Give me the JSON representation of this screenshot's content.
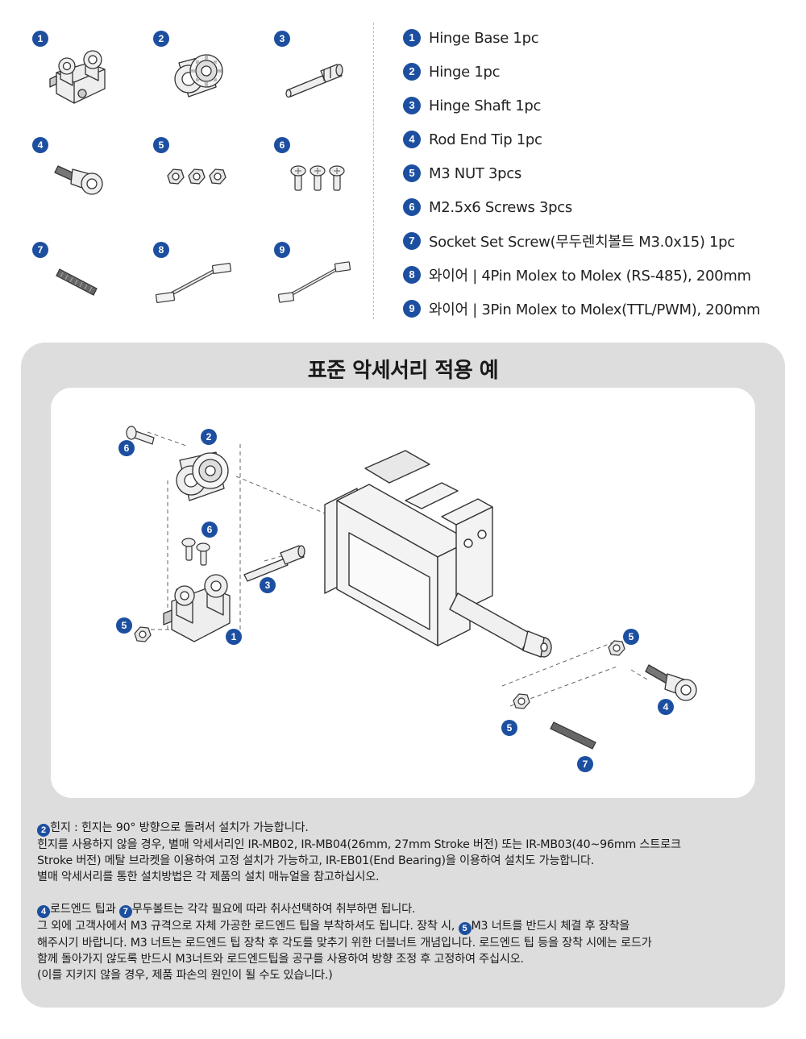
{
  "parts": [
    {
      "num": "1",
      "label": "Hinge Base 1pc",
      "icon": "hinge-base-icon"
    },
    {
      "num": "2",
      "label": "Hinge 1pc",
      "icon": "hinge-icon"
    },
    {
      "num": "3",
      "label": "Hinge Shaft 1pc",
      "icon": "hinge-shaft-icon"
    },
    {
      "num": "4",
      "label": "Rod End Tip 1pc",
      "icon": "rod-end-tip-icon"
    },
    {
      "num": "5",
      "label": "M3 NUT 3pcs",
      "icon": "nut-icon"
    },
    {
      "num": "6",
      "label": "M2.5x6 Screws 3pcs",
      "icon": "screw-icon"
    },
    {
      "num": "7",
      "label": "Socket Set Screw(무두렌치볼트 M3.0x15) 1pc",
      "icon": "set-screw-icon"
    },
    {
      "num": "8",
      "label": "와이어 | 4Pin Molex to Molex (RS-485), 200mm",
      "icon": "wire-4pin-icon"
    },
    {
      "num": "9",
      "label": "와이어 | 3Pin Molex to Molex(TTL/PWM), 200mm",
      "icon": "wire-3pin-icon"
    }
  ],
  "panel": {
    "title": "표준 악세서리 적용 예"
  },
  "diagram": {
    "callouts": [
      "6",
      "2",
      "6",
      "3",
      "5",
      "1",
      "5",
      "4",
      "5",
      "7"
    ]
  },
  "notes": {
    "hinge_badge": "2",
    "hinge_line1": "힌지 : 힌지는 90° 방향으로 돌려서 설치가 가능합니다.",
    "hinge_line2": "힌지를 사용하지 않을 경우, 별매 악세서리인 IR-MB02, IR-MB04(26mm, 27mm Stroke 버전) 또는 IR-MB03(40~96mm 스트로크",
    "hinge_line3": "Stroke 버전)  메탈 브라켓을 이용하여 고정 설치가 가능하고, IR-EB01(End Bearing)을 이용하여 설치도 가능합니다.",
    "hinge_line4": "별매 악세서리를 통한 설치방법은 각 제품의 설치 매뉴얼을 참고하십시오.",
    "rod_badge_a": "4",
    "rod_text_a": "로드엔드 팁과 ",
    "rod_badge_b": "7",
    "rod_text_b": "무두볼트는 각각 필요에 따라 취사선택하여 취부하면 됩니다.",
    "rod_line2a": "그 외에 고객사에서 M3 규격으로 자체 가공한 로드엔드 팁을 부착하셔도 됩니다. 장착 시, ",
    "rod_badge_c": "5",
    "rod_line2b": "M3 너트를 반드시 체결 후 장착을",
    "rod_line3": "해주시기 바랍니다. M3 너트는 로드엔드 팁 장착 후 각도를 맞추기 위한 더블너트 개념입니다. 로드엔드 팁 등을 장착 시에는 로드가",
    "rod_line4": "함께 돌아가지 않도록 반드시 M3너트와 로드엔드팁을 공구를 사용하여 방향 조정 후 고정하여 주십시오.",
    "rod_line5": "(이를 지키지 않을 경우, 제품 파손의 원인이 될 수도 있습니다.)"
  },
  "colors": {
    "badge": "#1d4fa0",
    "panel": "#dddddd",
    "card": "#ffffff"
  }
}
